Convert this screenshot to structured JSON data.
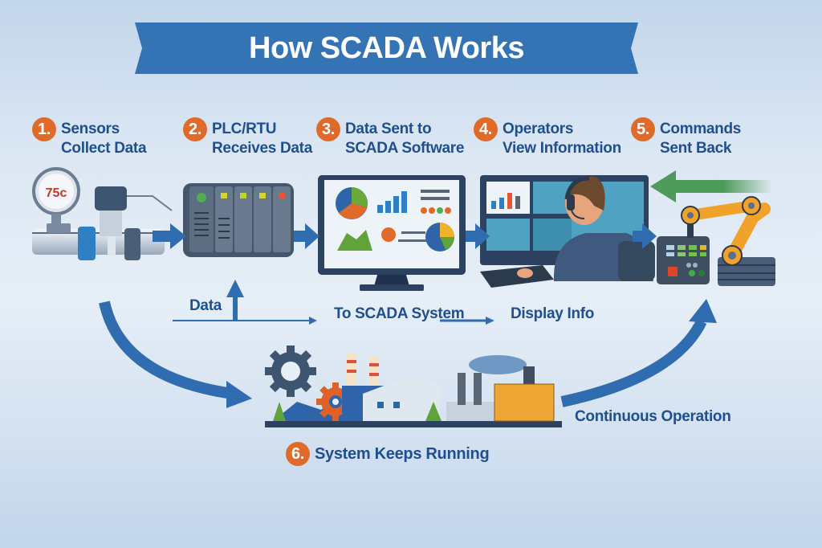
{
  "title": "How SCADA Works",
  "steps": [
    {
      "number": "1.",
      "line1": "Sensors",
      "line2": "Collect Data"
    },
    {
      "number": "2.",
      "line1": "PLC/RTU",
      "line2": "Receives Data"
    },
    {
      "number": "3.",
      "line1": "Data Sent to",
      "line2": "SCADA Software"
    },
    {
      "number": "4.",
      "line1": "Operators",
      "line2": "View Information"
    },
    {
      "number": "5.",
      "line1": "Commands",
      "line2": "Sent Back"
    },
    {
      "number": "6.",
      "line1": "System Keeps Running"
    }
  ],
  "flow_labels": {
    "data": "Data",
    "to_scada": "To SCADA System",
    "display": "Display Info",
    "continuous": "Continuous Operation"
  },
  "sensor_gauge_reading": "75c",
  "colors": {
    "banner": "#3574b4",
    "arrow": "#2f6db0",
    "badge": "#e06a2a",
    "text": "#1f4f8f",
    "return_arrow": "#4e9a5a"
  }
}
